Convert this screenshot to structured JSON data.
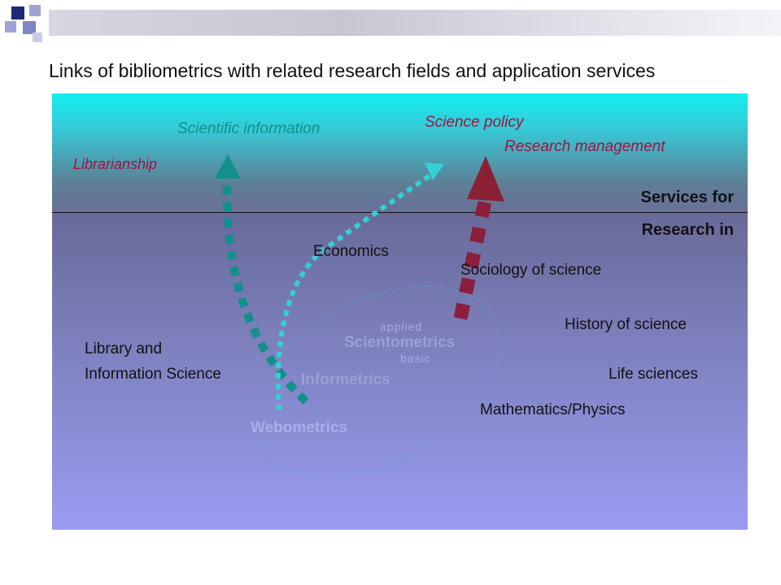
{
  "slide_title": "Links of bibliometrics with related research fields and application services",
  "services": {
    "scientific_information": "Scientific information",
    "librarianship": "Librarianship",
    "science_policy": "Science policy",
    "research_management": "Research management"
  },
  "divider_labels": {
    "services_for": "Services for",
    "research_in": "Research in"
  },
  "research_fields": {
    "economics": "Economics",
    "sociology": "Sociology of science",
    "history": "History of science",
    "life_sciences": "Life sciences",
    "math_physics": "Mathematics/Physics",
    "lis_line1": "Library and",
    "lis_line2": "Information Science"
  },
  "metrics": {
    "applied": "applied",
    "scientometrics": "Scientometrics",
    "basic": "basic",
    "informetrics": "Informetrics",
    "webometrics": "Webometrics"
  },
  "colors": {
    "teal_arrow": "#138f8c",
    "cyan_arrow": "#33d0d6",
    "crimson_arrow": "#8b1f3c",
    "top_band": "#12eef0",
    "lower_field": "#9a9cf2"
  }
}
